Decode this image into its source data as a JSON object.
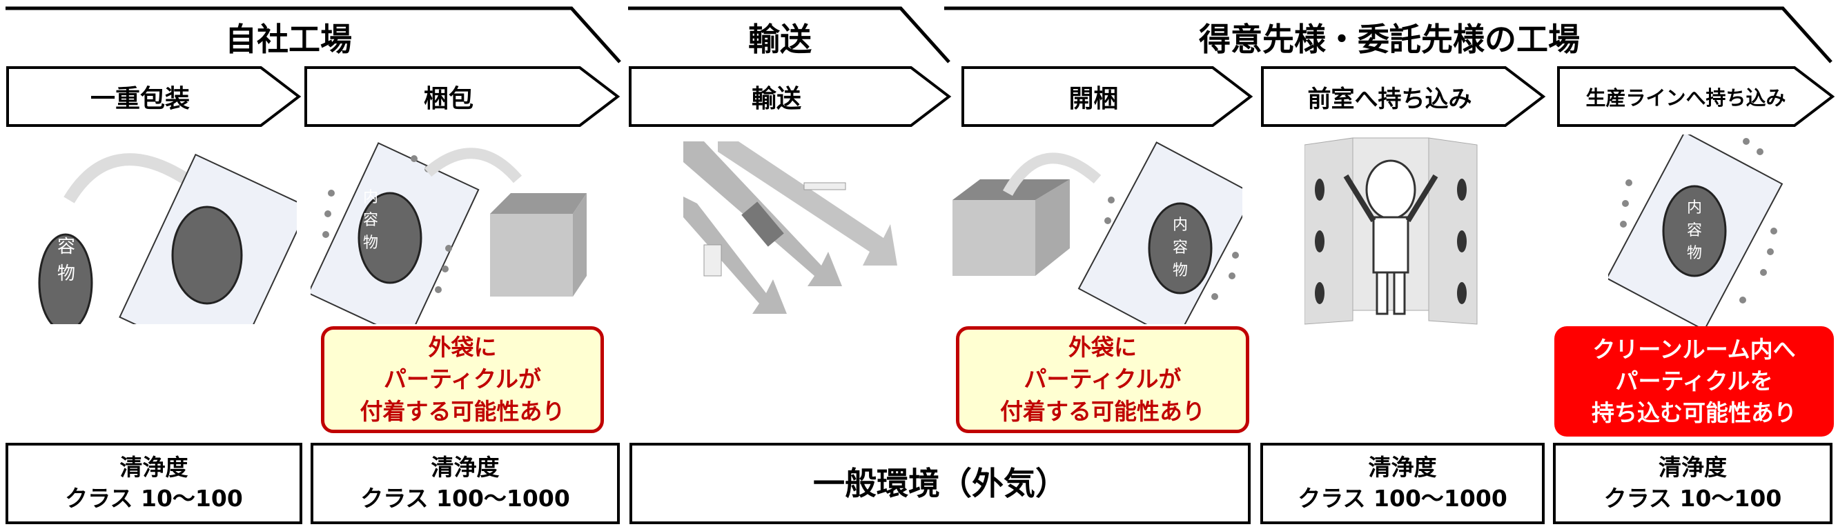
{
  "stages": [
    {
      "label": "自社工場"
    },
    {
      "label": "輸送"
    },
    {
      "label": "得意先様・委託先様の工場"
    }
  ],
  "steps": [
    {
      "label": "一重包装"
    },
    {
      "label": "梱包"
    },
    {
      "label": "輸送"
    },
    {
      "label": "開梱"
    },
    {
      "label": "前室へ持ち込み"
    },
    {
      "label": "生産ラインへ持ち込み"
    }
  ],
  "contents_label": [
    "内",
    "容",
    "物"
  ],
  "callouts": [
    {
      "lines": [
        "外袋に",
        "パーティクルが",
        "付着する可能性あり"
      ]
    },
    {
      "lines": [
        "外袋に",
        "パーティクルが",
        "付着する可能性あり"
      ]
    },
    {
      "lines": [
        "クリーンルーム内へ",
        "パーティクルを",
        "持ち込む可能性あり"
      ]
    }
  ],
  "cleanliness": [
    {
      "title": "清浄度",
      "value": "クラス 10～100"
    },
    {
      "title": "清浄度",
      "value": "クラス 100～1000"
    },
    {
      "title": "",
      "value": "一般環境（外気）"
    },
    {
      "title": "清浄度",
      "value": "クラス 100～1000"
    },
    {
      "title": "清浄度",
      "value": "クラス 10～100"
    }
  ],
  "colors": {
    "warn_border": "#c00000",
    "warn_fill": "#ffffd2",
    "alert_fill": "#ff0000"
  }
}
